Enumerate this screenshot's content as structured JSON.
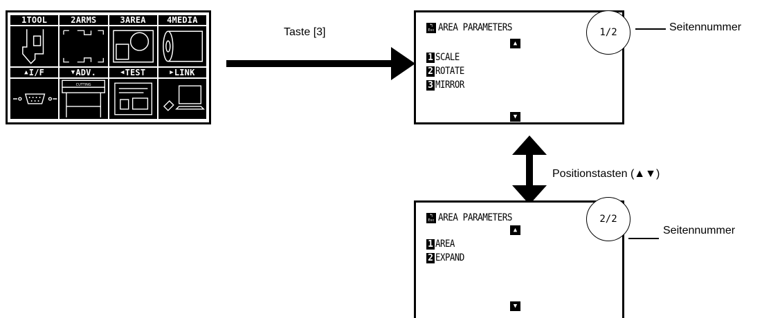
{
  "main_menu": {
    "tabs": [
      {
        "num": "1",
        "label": "TOOL"
      },
      {
        "num": "2",
        "label": "ARMS"
      },
      {
        "num": "3",
        "label": "AREA"
      },
      {
        "num": "4",
        "label": "MEDIA"
      }
    ],
    "tabs_bottom": [
      {
        "arrow": "▲",
        "label": "I/F"
      },
      {
        "arrow": "▼",
        "label": "ADV."
      },
      {
        "arrow": "◀",
        "label": "TEST"
      },
      {
        "arrow": "▶",
        "label": "LINK"
      }
    ],
    "cutting_label": "CUTTING"
  },
  "arrow_label": "Taste [3]",
  "vertical_arrow_label": "Positionstasten (▲▼)",
  "esc_text": "Esc",
  "screen1": {
    "title": "AREA PARAMETERS",
    "page": "1/2",
    "items": [
      {
        "num": "1",
        "label": "SCALE"
      },
      {
        "num": "2",
        "label": "ROTATE"
      },
      {
        "num": "3",
        "label": "MIRROR"
      }
    ]
  },
  "screen2": {
    "title": "AREA PARAMETERS",
    "page": "2/2",
    "items": [
      {
        "num": "1",
        "label": "AREA"
      },
      {
        "num": "2",
        "label": "EXPAND"
      }
    ]
  },
  "callout_label_1": "Seitennummer",
  "callout_label_2": "Seitennummer",
  "up_glyph": "▲",
  "down_glyph": "▼"
}
